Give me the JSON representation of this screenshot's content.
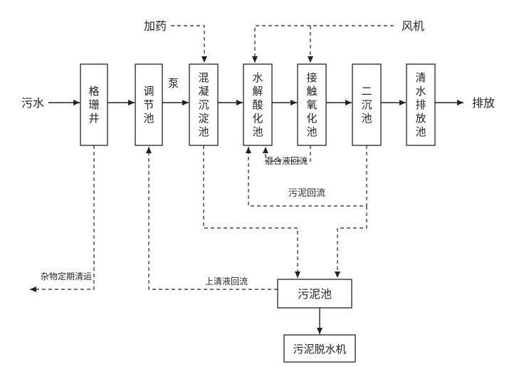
{
  "inputs": {
    "sewage": "污水",
    "dosing": "加药",
    "blower": "风机",
    "pump": "泵"
  },
  "units": {
    "grille_well": [
      "格",
      "珊",
      "井"
    ],
    "regulating_tank": [
      "调",
      "节",
      "池"
    ],
    "coag_sedimentation": [
      "混",
      "凝",
      "沉",
      "淀",
      "池"
    ],
    "hydrolysis_tank": [
      "水",
      "解",
      "酸",
      "化",
      "池"
    ],
    "contact_oxidation": [
      "接",
      "触",
      "氧",
      "化",
      "池"
    ],
    "secondary_clarifier": [
      "二",
      "沉",
      "池"
    ],
    "clear_water_tank": [
      "清",
      "水",
      "排",
      "放",
      "池"
    ]
  },
  "outputs": {
    "discharge": "排放"
  },
  "sludge": {
    "tank": "污泥池",
    "dewatering": "污泥脱水机"
  },
  "flows": {
    "mixed_return": "混合液回流",
    "sludge_return": "污泥回流",
    "supernatant_return": "上清液回流",
    "debris": "杂物定期清运"
  }
}
